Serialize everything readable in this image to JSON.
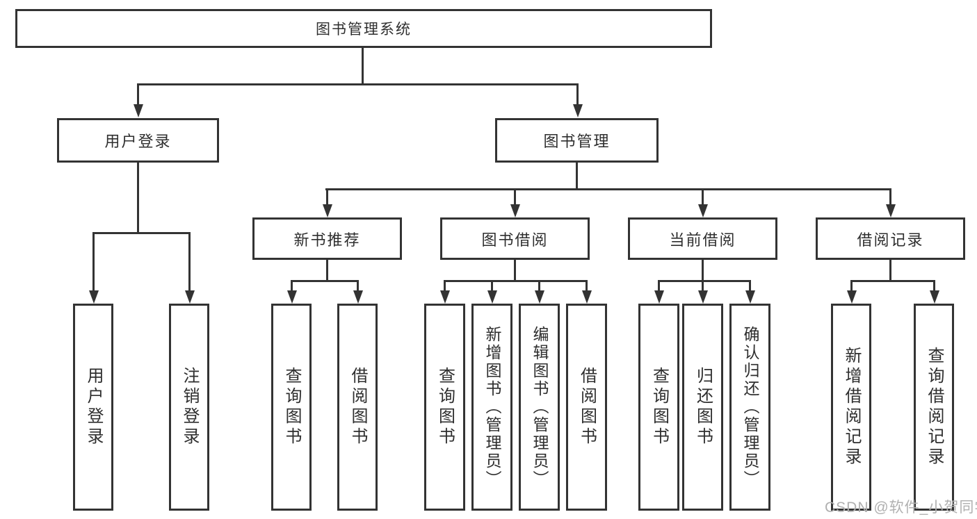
{
  "colors": {
    "line": "#333333",
    "text": "#2e2e2e",
    "background": "#ffffff",
    "watermark": "#b0b0b0"
  },
  "watermark": "CSDN @软件_小贺同学",
  "diagram": {
    "type": "tree",
    "root": {
      "label": "图书管理系统"
    },
    "branches": [
      {
        "label": "用户登录",
        "children": [
          {
            "label": "用户登录"
          },
          {
            "label": "注销登录"
          }
        ]
      },
      {
        "label": "图书管理",
        "children": [
          {
            "label": "新书推荐",
            "children": [
              {
                "label": "查询图书"
              },
              {
                "label": "借阅图书"
              }
            ]
          },
          {
            "label": "图书借阅",
            "children": [
              {
                "label": "查询图书"
              },
              {
                "label": "新增图书（管理员）"
              },
              {
                "label": "编辑图书（管理员）"
              },
              {
                "label": "借阅图书"
              }
            ]
          },
          {
            "label": "当前借阅",
            "children": [
              {
                "label": "查询图书"
              },
              {
                "label": "归还图书"
              },
              {
                "label": "确认归还（管理员）"
              }
            ]
          },
          {
            "label": "借阅记录",
            "children": [
              {
                "label": "新增借阅记录"
              },
              {
                "label": "查询借阅记录"
              }
            ]
          }
        ]
      }
    ]
  }
}
